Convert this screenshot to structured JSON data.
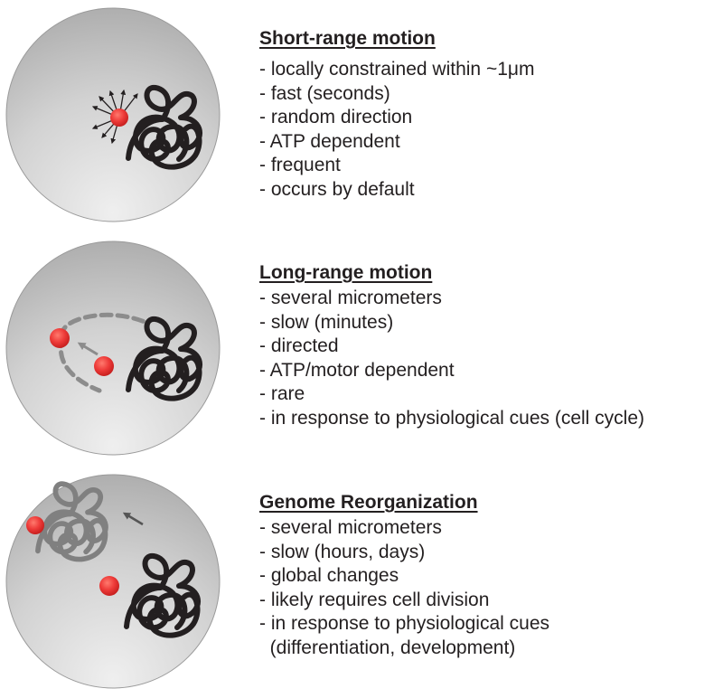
{
  "panels": [
    {
      "title": "Short-range motion",
      "items": [
        "- locally constrained within ~1μm",
        "- fast (seconds)",
        "- random direction",
        "- ATP dependent",
        "- frequent",
        "- occurs by default"
      ]
    },
    {
      "title": "Long-range motion",
      "items": [
        "- several micrometers",
        "- slow (minutes)",
        "- directed",
        "- ATP/motor dependent",
        "- rare",
        "- in response to physiological cues (cell cycle)"
      ]
    },
    {
      "title": "Genome Reorganization",
      "items": [
        "- several micrometers",
        "- slow (hours, days)",
        "- global changes",
        "- likely requires cell division",
        "- in response to physiological cues",
        "  (differentiation, development)"
      ]
    }
  ],
  "colors": {
    "chromatin": "#231f20",
    "chromatin_faded": "#808080",
    "locus": "#ee3b39",
    "trajectory": "#8c8c8c",
    "nucleus_light": "#eeeeee",
    "nucleus_dark": "#b3b3b3"
  },
  "icons": {
    "nucleus": "gray-gradient-circle",
    "chromatin": "tangled-loop",
    "locus": "red-dot",
    "motion": "arrow"
  }
}
